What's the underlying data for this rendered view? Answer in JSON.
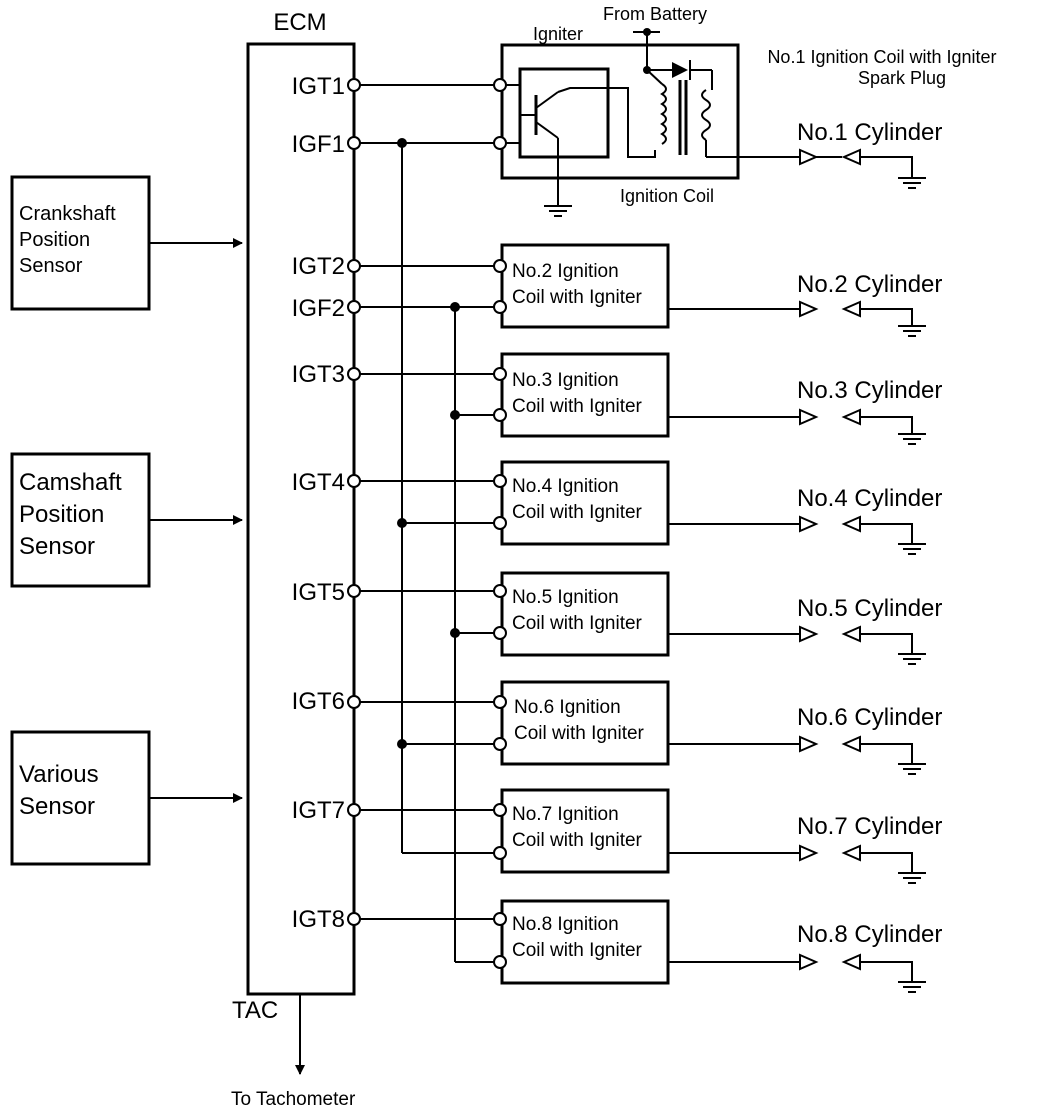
{
  "ecm": {
    "label": "ECM",
    "tac_label": "TAC",
    "tach_label": "To Tachometer"
  },
  "sensors": [
    {
      "lines": [
        "Crankshaft",
        "Position",
        "Sensor"
      ]
    },
    {
      "lines": [
        "Camshaft",
        "Position",
        "Sensor"
      ]
    },
    {
      "lines": [
        "Various",
        "Sensor"
      ]
    }
  ],
  "ecm_pins": [
    "IGT1",
    "IGF1",
    "IGT2",
    "IGF2",
    "IGT3",
    "IGT4",
    "IGT5",
    "IGT6",
    "IGT7",
    "IGT8"
  ],
  "igniter_label": "Igniter",
  "battery_label": "From Battery",
  "coil1_title": [
    "No.1 Ignition Coil with Igniter",
    "Spark Plug"
  ],
  "ignition_coil_label": "Ignition Coil",
  "coils": [
    {
      "line1": "No.2 Ignition",
      "line2": "Coil with Igniter"
    },
    {
      "line1": "No.3 Ignition",
      "line2": "Coil with Igniter"
    },
    {
      "line1": "No.4 Ignition",
      "line2": "Coil with Igniter"
    },
    {
      "line1": "No.5 Ignition",
      "line2": "Coil with Igniter"
    },
    {
      "line1": "No.6 Ignition",
      "line2": "Coil with Igniter"
    },
    {
      "line1": "No.7 Ignition",
      "line2": "Coil with Igniter"
    },
    {
      "line1": "No.8 Ignition",
      "line2": "Coil with Igniter"
    }
  ],
  "cylinders": [
    "No.1 Cylinder",
    "No.2 Cylinder",
    "No.3 Cylinder",
    "No.4 Cylinder",
    "No.5 Cylinder",
    "No.6 Cylinder",
    "No.7 Cylinder",
    "No.8 Cylinder"
  ]
}
